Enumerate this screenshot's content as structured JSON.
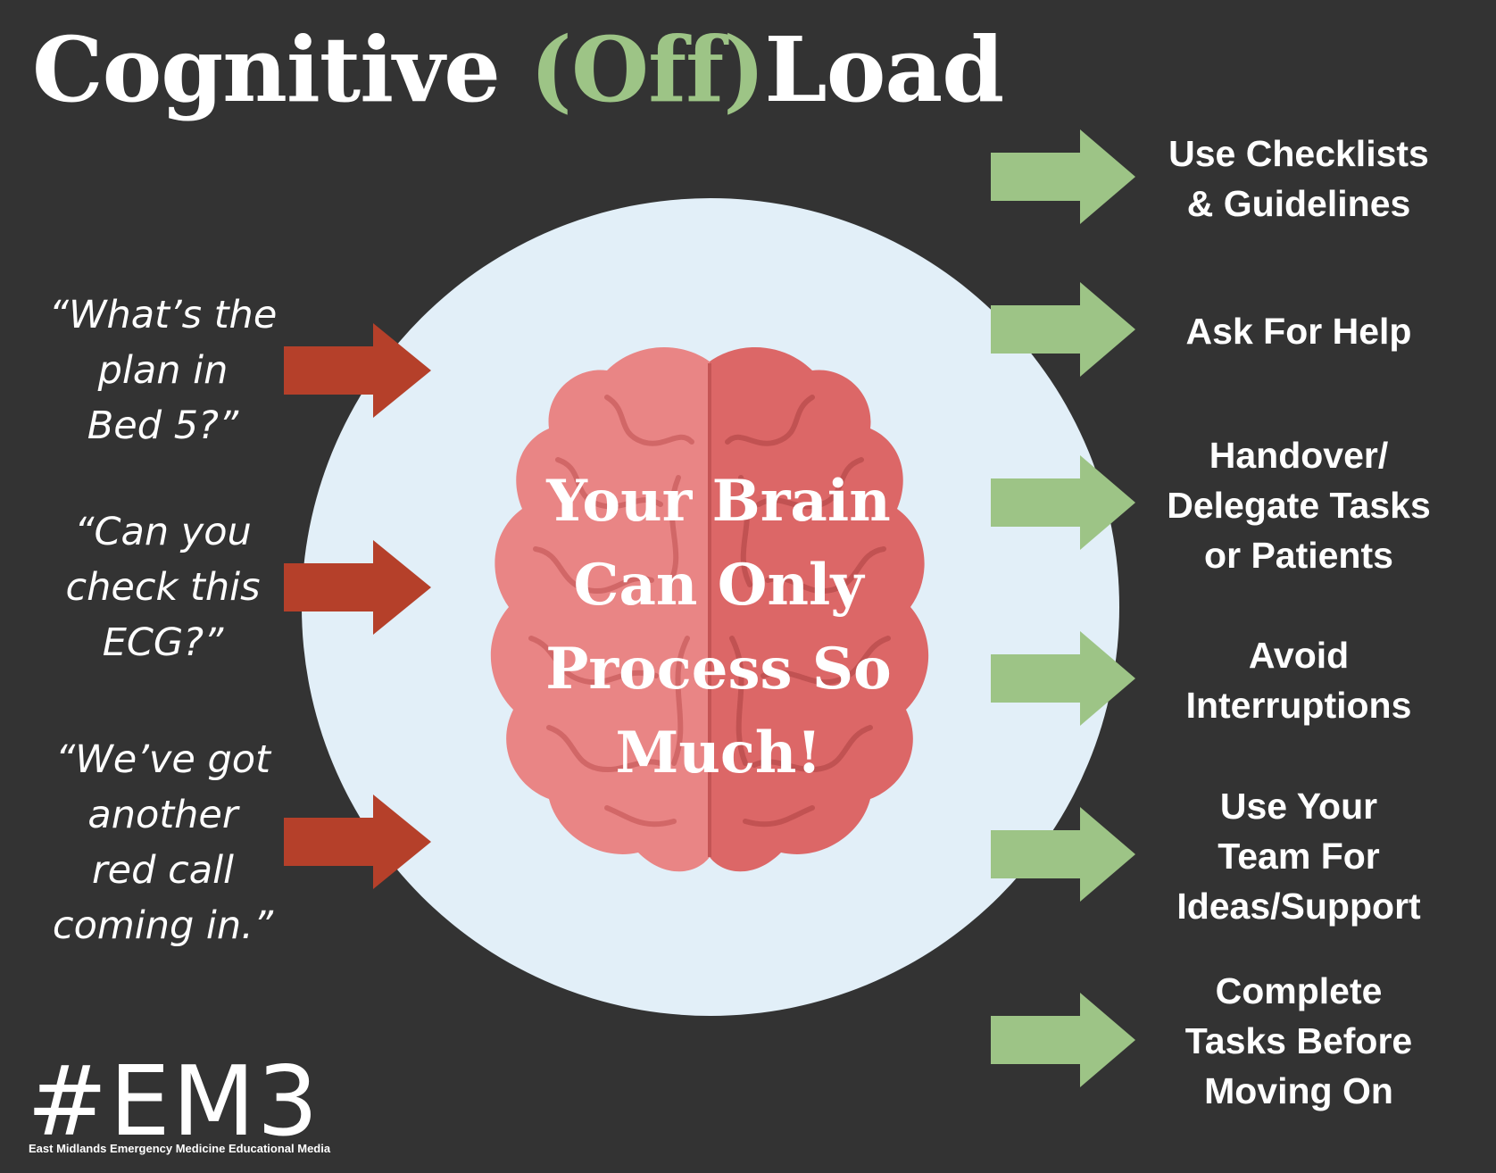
{
  "title": {
    "part1": "Cognitive ",
    "accent": "(Off)",
    "part2": "Load"
  },
  "center_text": [
    "Your Brain",
    "Can Only",
    "Process So",
    "Much!"
  ],
  "incoming": [
    {
      "lines": [
        "“What’s the",
        "plan in",
        "Bed 5?”"
      ]
    },
    {
      "lines": [
        "“Can you",
        "check this",
        "ECG?”"
      ]
    },
    {
      "lines": [
        "“We’ve got",
        "another",
        "red call",
        "coming in.”"
      ]
    }
  ],
  "strategies": [
    {
      "lines": [
        "Use Checklists",
        "& Guidelines"
      ]
    },
    {
      "lines": [
        "Ask For Help"
      ]
    },
    {
      "lines": [
        "Handover/",
        "Delegate Tasks",
        "or Patients"
      ]
    },
    {
      "lines": [
        "Avoid",
        "Interruptions"
      ]
    },
    {
      "lines": [
        "Use Your",
        "Team For",
        "Ideas/Support"
      ]
    },
    {
      "lines": [
        "Complete",
        "Tasks Before",
        "Moving On"
      ]
    }
  ],
  "logo": {
    "tag": "#EM3",
    "subtitle": "East Midlands Emergency Medicine Educational Media"
  },
  "colors": {
    "background": "#333333",
    "accent_green": "#9dc486",
    "arrow_red": "#b5402a",
    "circle": "#e2eff8",
    "brain_left": "#e98585",
    "brain_right": "#dc6767"
  }
}
